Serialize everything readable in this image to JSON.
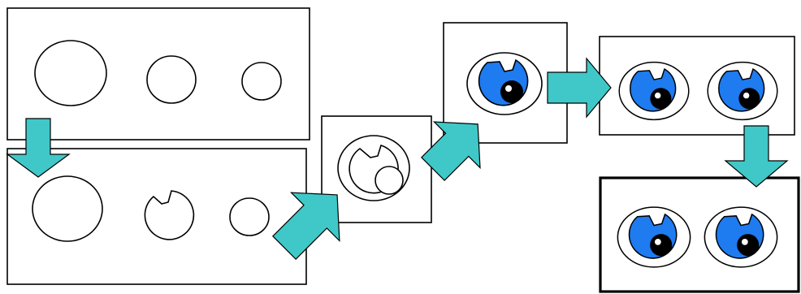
{
  "diagram": {
    "steps": [
      {
        "id": "three-circles",
        "shapes": [
          "circle",
          "circle",
          "circle"
        ]
      },
      {
        "id": "cut-circles",
        "shapes": [
          "circle",
          "notched-circle",
          "circle"
        ]
      },
      {
        "id": "assembled-outline",
        "shapes": [
          "eye-outline"
        ]
      },
      {
        "id": "colored-eye",
        "shapes": [
          "eye"
        ]
      },
      {
        "id": "eye-pair",
        "shapes": [
          "eye",
          "eye"
        ]
      },
      {
        "id": "final-eye-pair",
        "shapes": [
          "eye",
          "eye"
        ]
      }
    ],
    "arrows": [
      {
        "from": "three-circles",
        "to": "cut-circles",
        "direction": "down"
      },
      {
        "from": "cut-circles",
        "to": "assembled-outline",
        "direction": "up-right"
      },
      {
        "from": "assembled-outline",
        "to": "colored-eye",
        "direction": "up-right"
      },
      {
        "from": "colored-eye",
        "to": "eye-pair",
        "direction": "right"
      },
      {
        "from": "eye-pair",
        "to": "final-eye-pair",
        "direction": "down"
      }
    ]
  },
  "colors": {
    "arrow_fill": "#40C8C8",
    "iris": "#1E7BF0",
    "pupil": "#000000",
    "outline": "#000000",
    "sclera": "#ffffff"
  }
}
